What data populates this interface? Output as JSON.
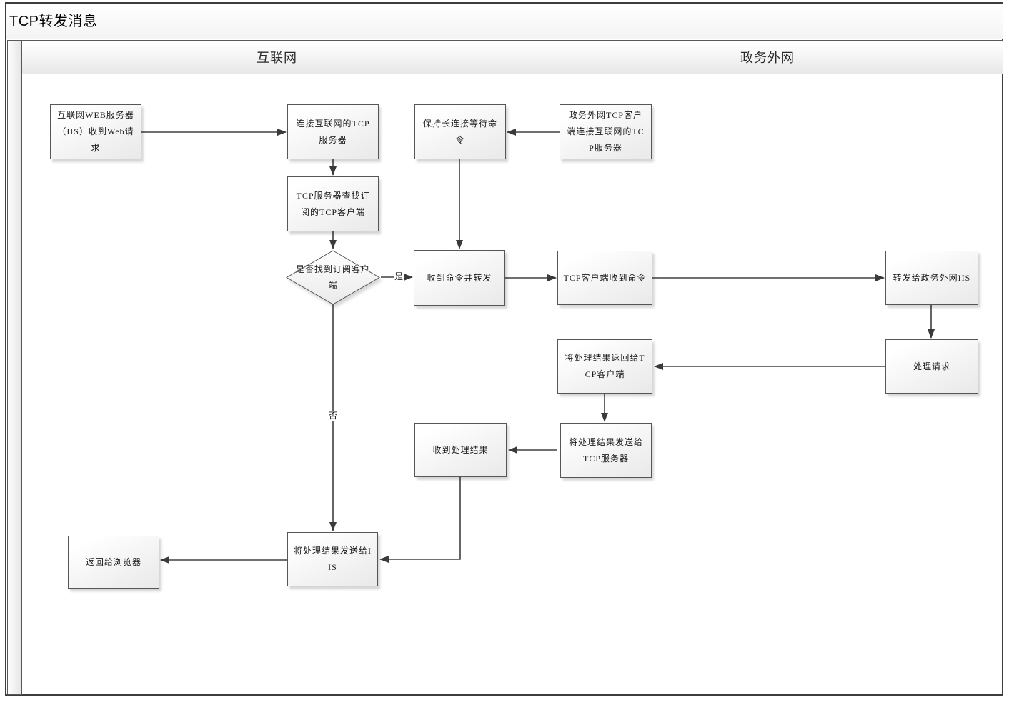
{
  "title": "TCP转发消息",
  "lanes": [
    {
      "label": "互联网"
    },
    {
      "label": "政务外网"
    }
  ],
  "nodes": [
    {
      "id": "internet-web-server",
      "type": "process",
      "lane": "互联网",
      "label": "互联网WEB服务器（IIS）收到Web请求"
    },
    {
      "id": "connect-internet-tcp",
      "type": "process",
      "lane": "互联网",
      "label": "连接互联网的TCP服务器"
    },
    {
      "id": "tcp-server-find-subscriber",
      "type": "process",
      "lane": "互联网",
      "label": "TCP服务器查找订阅的TCP客户端"
    },
    {
      "id": "keep-long-connection",
      "type": "process",
      "lane": "互联网",
      "label": "保持长连接等待命令"
    },
    {
      "id": "gov-tcp-client-connect",
      "type": "process",
      "lane": "政务外网",
      "label": "政务外网TCP客户端连接互联网的TCP服务器"
    },
    {
      "id": "found-subscriber",
      "type": "decision",
      "lane": "互联网",
      "label": "是否找到订阅客户端"
    },
    {
      "id": "receive-command-forward",
      "type": "process",
      "lane": "互联网",
      "label": "收到命令并转发"
    },
    {
      "id": "tcp-client-receive-command",
      "type": "process",
      "lane": "政务外网",
      "label": "TCP客户端收到命令"
    },
    {
      "id": "forward-to-gov-iis",
      "type": "process",
      "lane": "政务外网",
      "label": "转发给政务外网IIS"
    },
    {
      "id": "handle-request",
      "type": "process",
      "lane": "政务外网",
      "label": "处理请求"
    },
    {
      "id": "return-result-to-client",
      "type": "process",
      "lane": "政务外网",
      "label": "将处理结果返回给TCP客户端"
    },
    {
      "id": "send-result-to-tcp-server",
      "type": "process",
      "lane": "政务外网",
      "label": "将处理结果发送给TCP服务器"
    },
    {
      "id": "receive-result",
      "type": "process",
      "lane": "互联网",
      "label": "收到处理结果"
    },
    {
      "id": "send-result-to-iis",
      "type": "process",
      "lane": "互联网",
      "label": "将处理结果发送给IIS"
    },
    {
      "id": "return-to-browser",
      "type": "process",
      "lane": "互联网",
      "label": "返回给浏览器"
    }
  ],
  "edge_labels": {
    "yes": "是",
    "no": "否"
  },
  "colors": {
    "frame_border": "#3d3d3d",
    "shape_border": "#565656",
    "connector": "#404040",
    "header_fill": "#e8e8e8",
    "shape_fill": "#f3f3f3"
  }
}
